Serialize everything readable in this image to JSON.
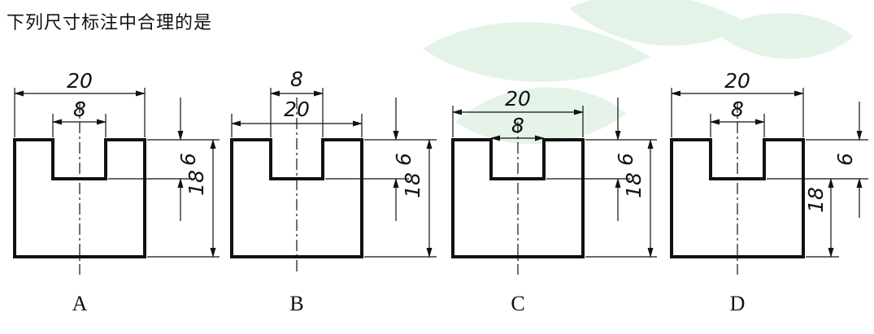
{
  "question": "下列尺寸标注中合理的是",
  "colors": {
    "ink": "#111111",
    "watermark_leaf": "#dcefe1"
  },
  "figures": [
    {
      "id": "A",
      "label": "A",
      "width_dim": "20",
      "slot_dim": "8",
      "depth_dim": "6",
      "height_dim": "18"
    },
    {
      "id": "B",
      "label": "B",
      "width_dim": "20",
      "slot_dim": "8",
      "depth_dim": "6",
      "height_dim": "18"
    },
    {
      "id": "C",
      "label": "C",
      "width_dim": "20",
      "slot_dim": "8",
      "depth_dim": "6",
      "height_dim": "18"
    },
    {
      "id": "D",
      "label": "D",
      "width_dim": "20",
      "slot_dim": "8",
      "depth_dim": "6",
      "height_dim": "18"
    }
  ]
}
